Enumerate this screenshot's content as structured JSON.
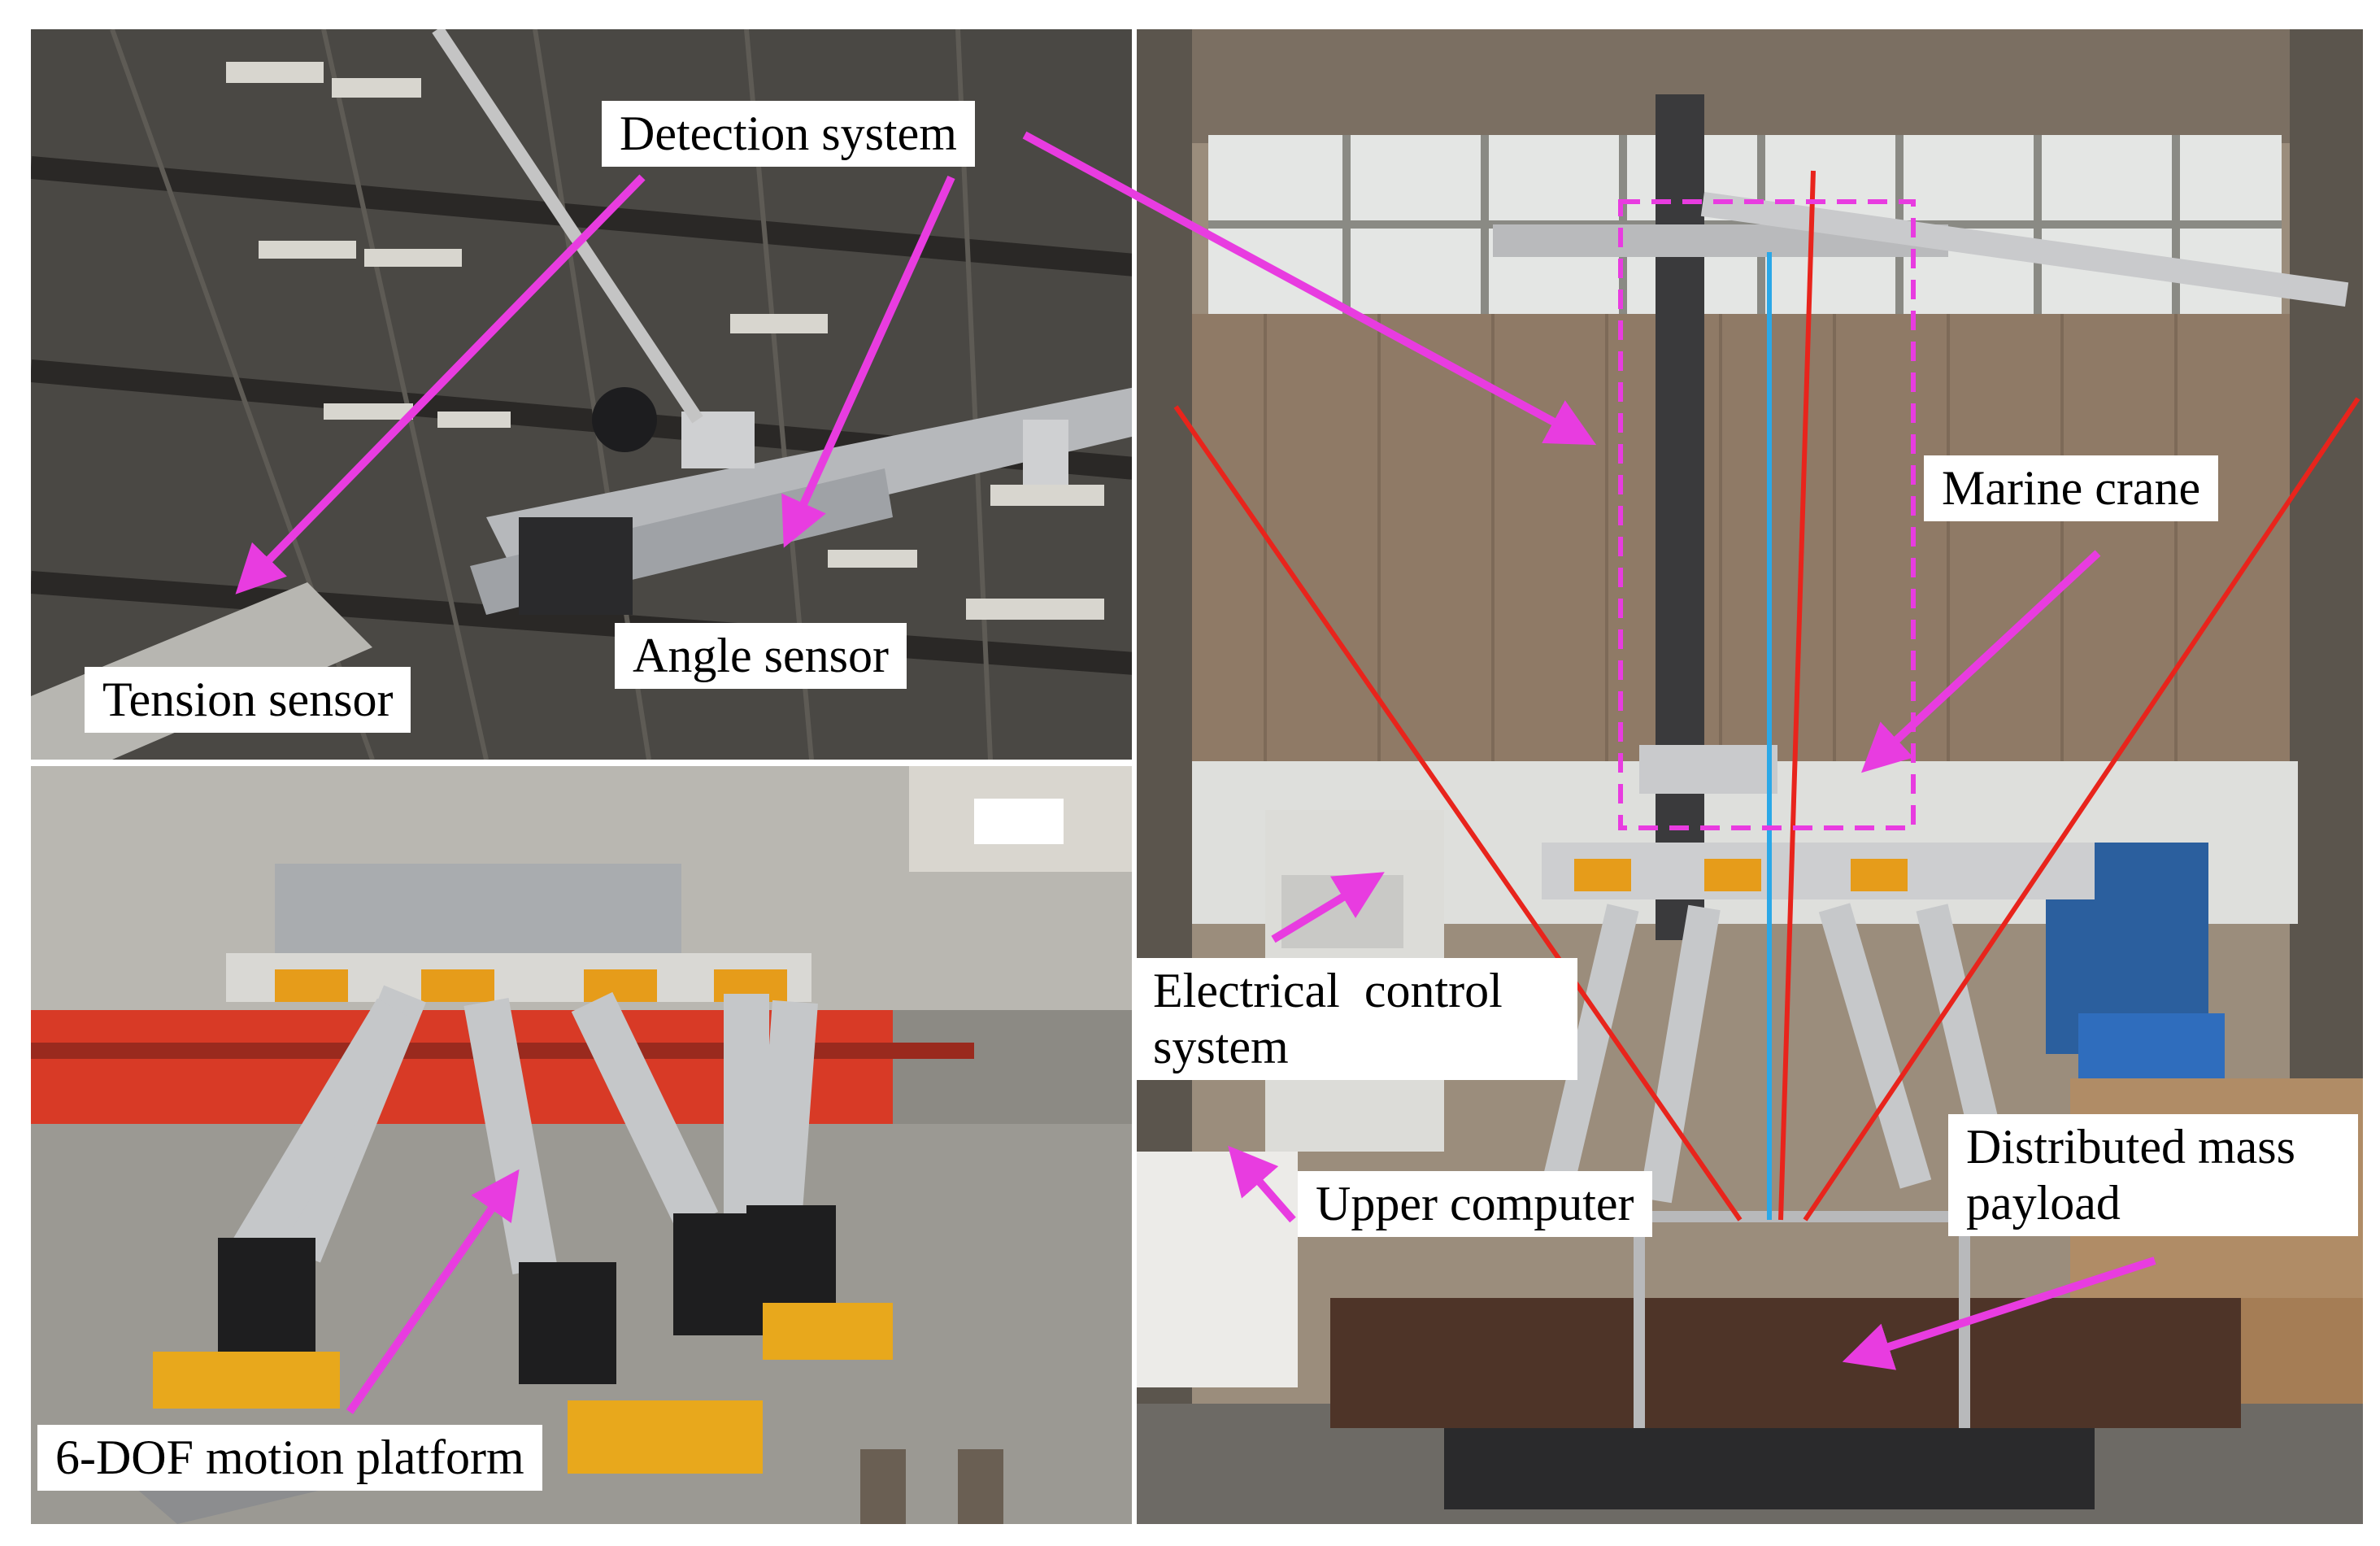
{
  "labels": {
    "detection_system": "Detection system",
    "tension_sensor": "Tension sensor",
    "angle_sensor": "Angle sensor",
    "marine_crane": "Marine crane",
    "electrical_control_line1": "Electrical  control",
    "electrical_control_line2": "system",
    "upper_computer": "Upper computer",
    "payload_line1": "Distributed mass",
    "payload_line2": "payload",
    "motion_platform": "6-DOF motion platform"
  },
  "colors": {
    "arrow": "#e83ce0",
    "cable_red": "#e8241c",
    "cable_blue": "#2aa8e8",
    "dashed_box": "#e83ce0",
    "label_bg": "#ffffff"
  }
}
